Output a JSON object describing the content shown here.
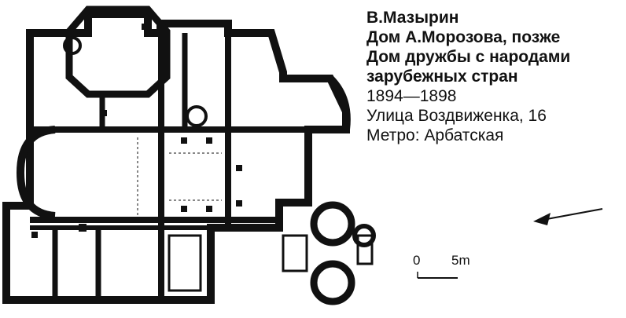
{
  "caption": {
    "architect": "В.Мазырин",
    "building": "Дом А.Морозова, позже",
    "later_use_1": "Дом дружбы с народами",
    "later_use_2": "зарубежных стран",
    "years": "1894—1898",
    "address": "Улица Воздвиженка, 16",
    "metro": "Метро: Арбатская"
  },
  "scale_bar": {
    "start_label": "0",
    "end_label": "5m"
  },
  "colors": {
    "ink": "#111111",
    "paper": "#ffffff"
  },
  "north_arrow": {
    "direction": "pointing-left"
  }
}
